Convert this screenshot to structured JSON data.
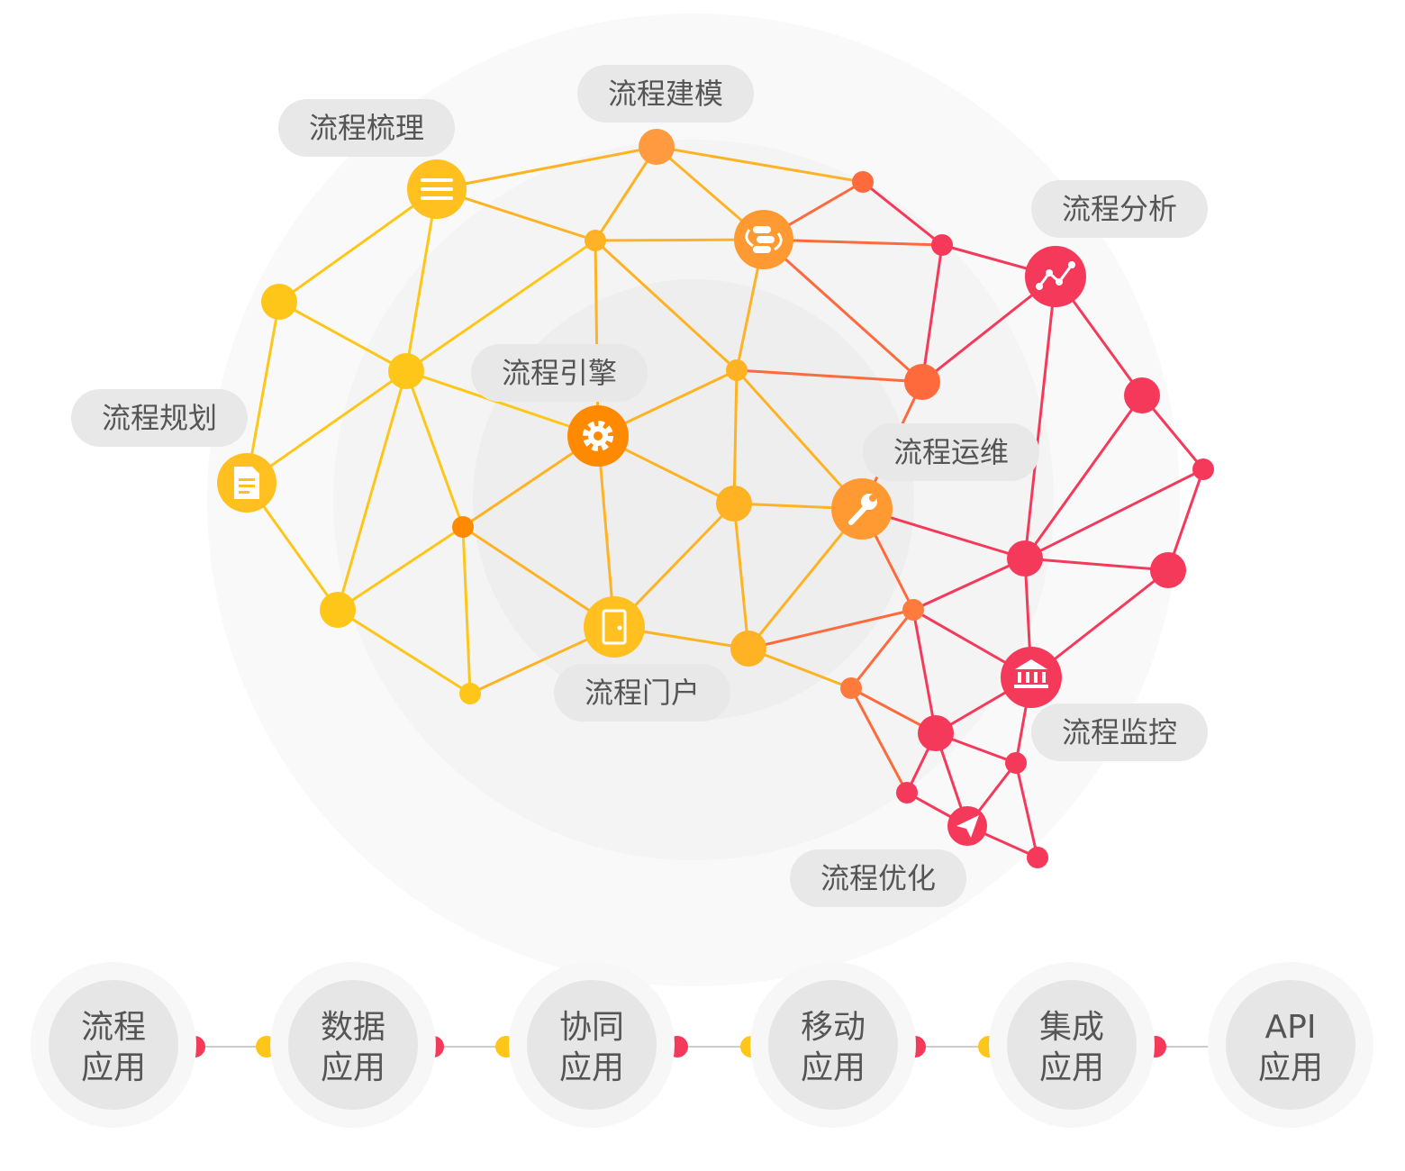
{
  "colors": {
    "yellow": "#FFC61A",
    "orange": "#FF8A00",
    "coral": "#FF6A3D",
    "red": "#F5395A",
    "pill_bg": "#E8E8E8",
    "text": "#555555"
  },
  "diagram": {
    "labels": {
      "modeling": "流程建模",
      "sorting": "流程梳理",
      "analysis": "流程分析",
      "engine": "流程引擎",
      "planning": "流程规划",
      "operations": "流程运维",
      "portal": "流程门户",
      "monitoring": "流程监控",
      "optimization": "流程优化"
    },
    "icons": {
      "sorting": "list-icon",
      "modeling": "flow-loop-icon",
      "analysis": "trend-line-icon",
      "engine": "gear-icon",
      "planning": "document-icon",
      "operations": "wrench-icon",
      "portal": "door-icon",
      "monitoring": "bank-icon",
      "optimization": "paper-plane-icon"
    }
  },
  "apps": [
    {
      "line1": "流程",
      "line2": "应用"
    },
    {
      "line1": "数据",
      "line2": "应用"
    },
    {
      "line1": "协同",
      "line2": "应用"
    },
    {
      "line1": "移动",
      "line2": "应用"
    },
    {
      "line1": "集成",
      "line2": "应用"
    },
    {
      "line1": "API",
      "line2": "应用"
    }
  ]
}
